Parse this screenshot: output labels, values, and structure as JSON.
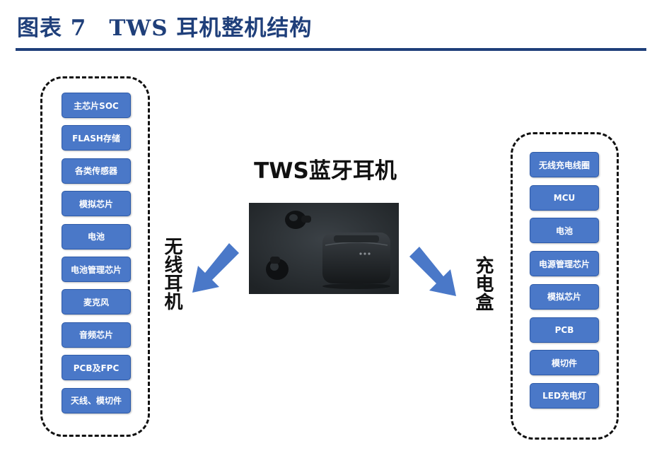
{
  "header": {
    "title": "图表 7　TWS 耳机整机结构"
  },
  "center": {
    "title": "TWS蓝牙耳机"
  },
  "earbuds": {
    "label": "无线耳机",
    "components": [
      "主芯片SOC",
      "FLASH存储",
      "各类传感器",
      "模拟芯片",
      "电池",
      "电池管理芯片",
      "麦克风",
      "音频芯片",
      "PCB及FPC",
      "天线、模切件"
    ]
  },
  "charging_case": {
    "label": "充电盒",
    "components": [
      "无线充电线圈",
      "MCU",
      "电池",
      "电源管理芯片",
      "模拟芯片",
      "PCB",
      "模切件",
      "LED充电灯"
    ]
  },
  "colors": {
    "accent": "#1f3f7a",
    "box_fill": "#4a78c8",
    "arrow_fill": "#4a78c8"
  },
  "icons": {
    "arrows": "arrow-icon",
    "product_photo": "earbuds-case-photo"
  }
}
